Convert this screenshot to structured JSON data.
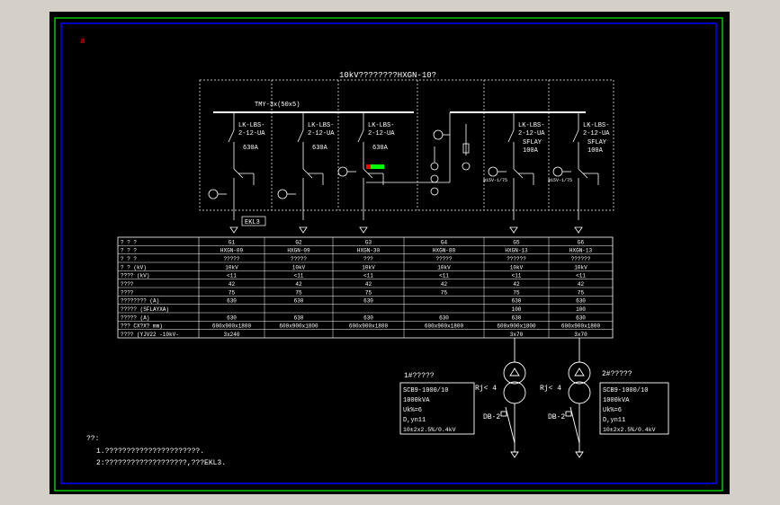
{
  "title": "10kV????????HXGN-10?",
  "busbar_label": "TMY-3x(50x5)",
  "ekl_tag": "EKL3",
  "marker": "a",
  "feeders": [
    {
      "line1": "LK-LBS-",
      "line2": "2-12-UA",
      "line3": "630A"
    },
    {
      "line1": "LK-LBS-",
      "line2": "2-12-UA",
      "line3": "630A"
    },
    {
      "line1": "LK-LBS-",
      "line2": "2-12-UA",
      "line3": "630A"
    },
    {
      "line1": "",
      "line2": "",
      "line3": ""
    },
    {
      "line1": "LK-LBS-",
      "line2": "2-12-UA",
      "line3": "SFLAY",
      "line4": "100A",
      "ct": "φ15V-1/75"
    },
    {
      "line1": "LK-LBS-",
      "line2": "2-12-UA",
      "line3": "SFLAY",
      "line4": "100A",
      "ct": "φ15V-1/75"
    }
  ],
  "table": {
    "row_labels": [
      "? ? ?",
      "? ? ?",
      "? ? ?",
      "?    ? (kV)",
      "????  (kV)",
      "????",
      "????",
      "???????? (A)",
      "?????  (SFLAYXA)",
      "?????  (A)",
      "???  CX?X?      mm)",
      "????  (YJV22 -10kV-"
    ],
    "columns": [
      {
        "id": "G1",
        "cells": [
          "HXGN-09",
          "?????",
          "10kV",
          "<11",
          "42",
          "75",
          "630",
          "",
          "630",
          "600x900x1800",
          "3x240"
        ]
      },
      {
        "id": "G2",
        "cells": [
          "HXGN-09",
          "?????",
          "10kV",
          "<11",
          "42",
          "75",
          "630",
          "",
          "630",
          "600x900x1800",
          ""
        ]
      },
      {
        "id": "G3",
        "cells": [
          "HXGN-30",
          "???",
          "10kV",
          "<11",
          "42",
          "75",
          "630",
          "",
          "630",
          "600x900x1800",
          ""
        ]
      },
      {
        "id": "G4",
        "cells": [
          "HXGN-88",
          "?????",
          "10kV",
          "<11",
          "42",
          "75",
          "",
          "",
          "630",
          "600x900x1800",
          ""
        ]
      },
      {
        "id": "G5",
        "cells": [
          "HXGN-13",
          "??????",
          "10kV",
          "<11",
          "42",
          "75",
          "630",
          "100",
          "630",
          "600x900x1800",
          "3x70"
        ]
      },
      {
        "id": "G6",
        "cells": [
          "HXGN-13",
          "??????",
          "10kV",
          "<11",
          "42",
          "75",
          "630",
          "100",
          "630",
          "600x900x1800",
          "3x70"
        ]
      }
    ]
  },
  "transformers": [
    {
      "title": "1#?????",
      "model": "SCB9-1000/10",
      "capacity": "1000kVA",
      "uk": "Uk%=6",
      "vector": "D,yn11",
      "ratio": "10±2x2.5%/0.4kV",
      "rj": "Rj< 4",
      "db": "DB-2"
    },
    {
      "title": "2#?????",
      "model": "SCB9-1000/10",
      "capacity": "1000kVA",
      "uk": "Uk%=6",
      "vector": "D,yn11",
      "ratio": "10±2x2.5%/0.4kV",
      "rj": "Rj< 4",
      "db": "DB-2"
    }
  ],
  "notes": {
    "heading": "??:",
    "line1": "1.??????????????????????.",
    "line2": "2:???????????????????,???EKL3."
  }
}
